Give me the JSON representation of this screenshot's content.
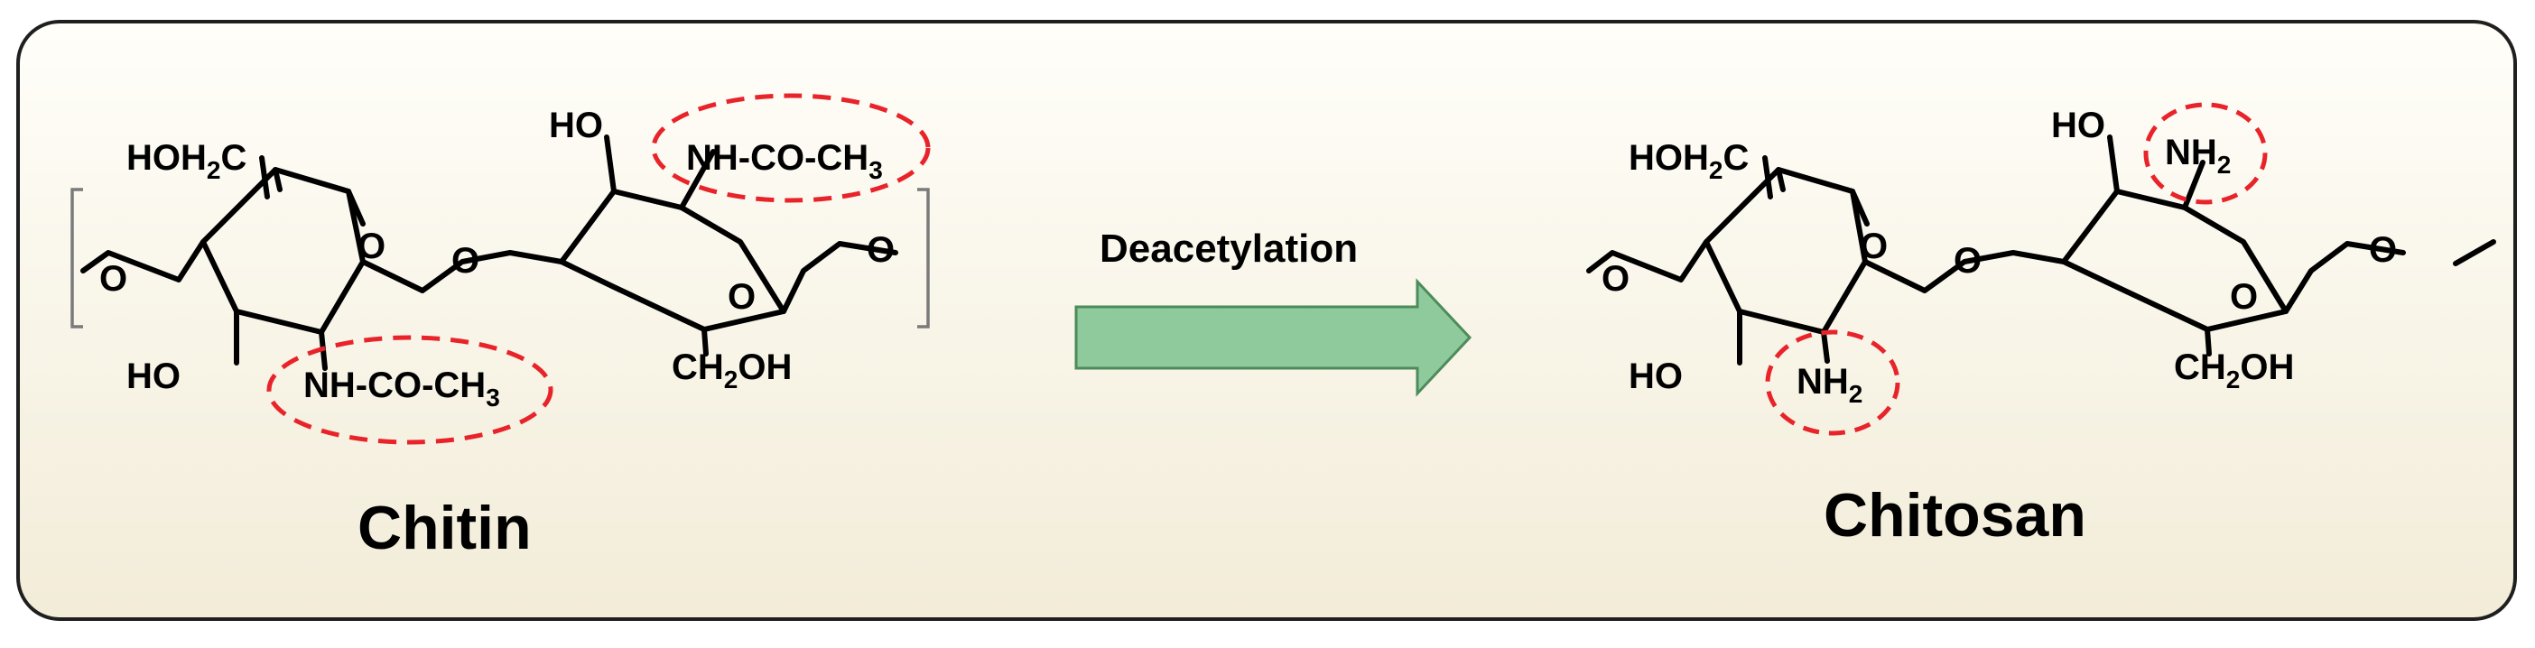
{
  "diagram": {
    "arrow_label": "Deacetylation",
    "colors": {
      "panel_fill_top": "#fffef9",
      "panel_fill_bottom": "#f2ecd8",
      "panel_border": "#1f1f1f",
      "arrow_fill": "#8fca9c",
      "arrow_stroke": "#4c8b5a",
      "highlight": "#e8232a"
    },
    "chitin": {
      "name": "Chitin",
      "groups": {
        "hoh2c": "HOH",
        "hoh2c_sub": "2",
        "hoh2c_tail": "C",
        "ho_left": "HO",
        "ho_top": "HO",
        "ring_o1": "O",
        "ring_o2": "O",
        "bridge_o": "O",
        "end_o_left": "O",
        "end_o_right": "O",
        "acetamido_1": "NH-CO-CH",
        "acetamido_1_sub": "3",
        "acetamido_2": "NH-CO-CH",
        "acetamido_2_sub": "3",
        "ch2oh": "CH",
        "ch2oh_sub": "2",
        "ch2oh_tail": "OH"
      }
    },
    "chitosan": {
      "name": "Chitosan",
      "groups": {
        "hoh2c": "HOH",
        "hoh2c_sub": "2",
        "hoh2c_tail": "C",
        "ho_left": "HO",
        "ho_top": "HO",
        "ring_o1": "O",
        "ring_o2": "O",
        "bridge_o": "O",
        "end_o_left": "O",
        "end_o_right": "O",
        "amine_1": "NH",
        "amine_1_sub": "2",
        "amine_2": "NH",
        "amine_2_sub": "2",
        "ch2oh": "CH",
        "ch2oh_sub": "2",
        "ch2oh_tail": "OH"
      }
    }
  }
}
